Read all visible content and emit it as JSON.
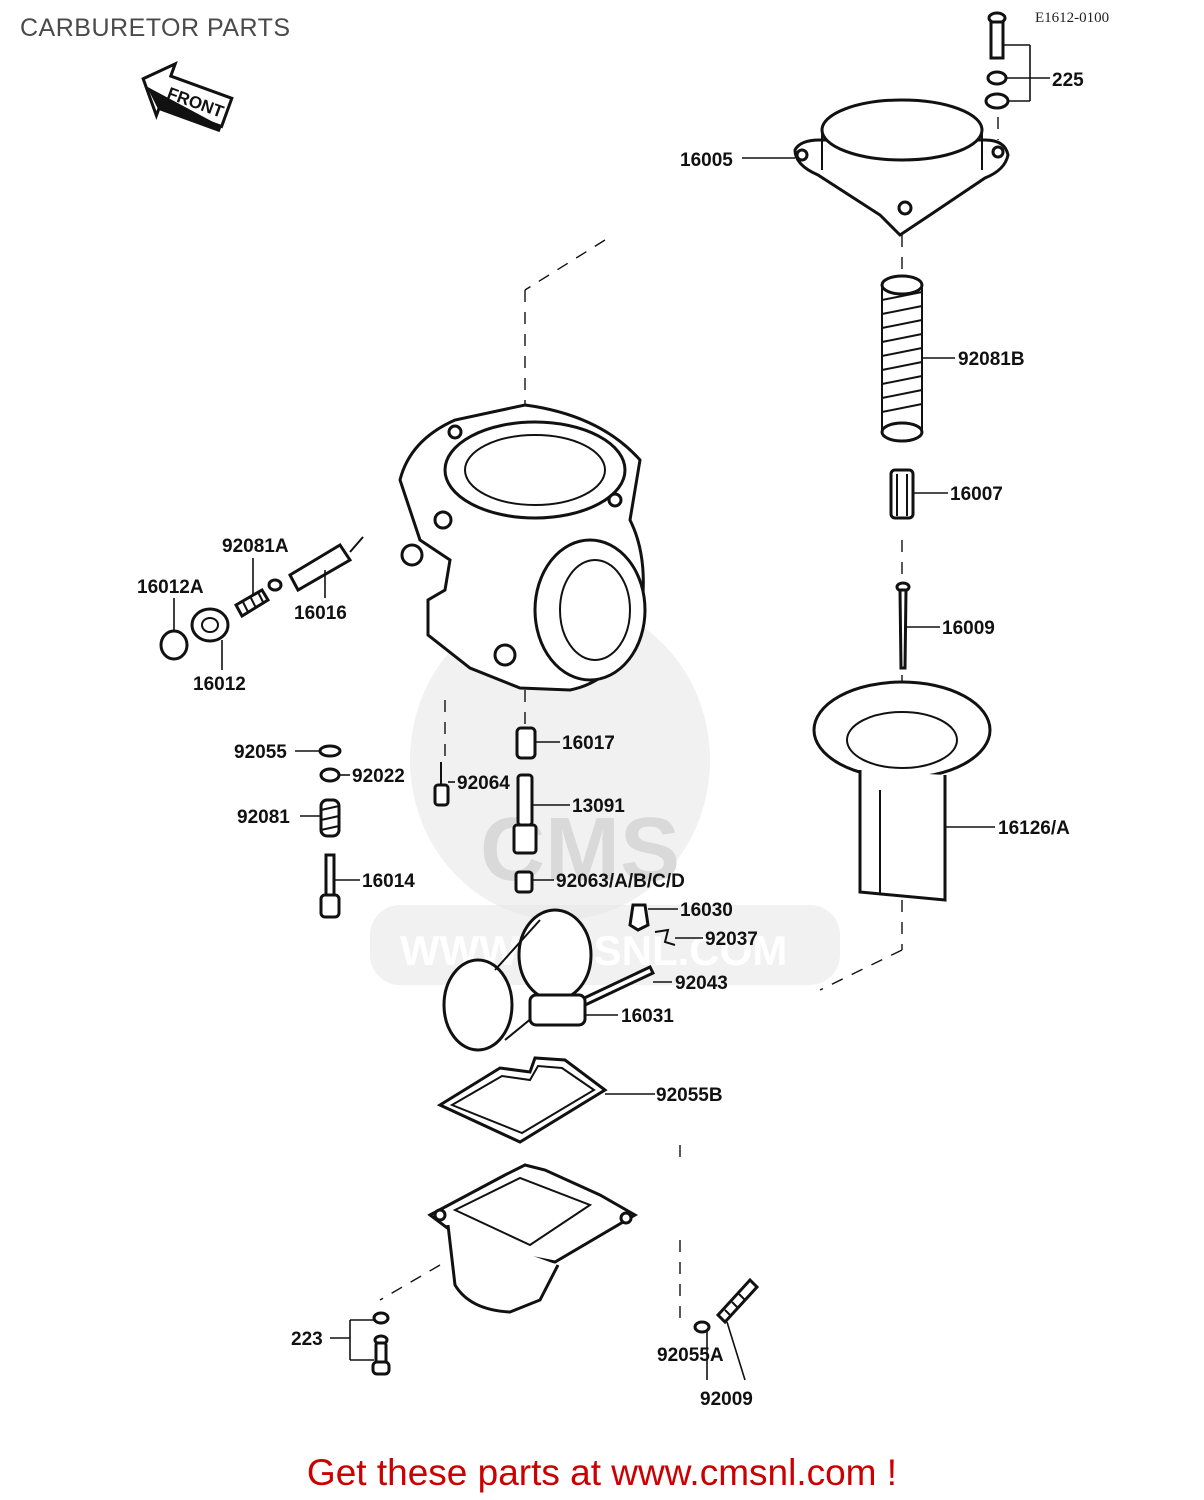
{
  "title": "CARBURETOR PARTS",
  "ref_code": "E1612-0100",
  "front_label": "FRONT",
  "watermark": {
    "logo": "CMS",
    "url": "WWW.CMSNL.COM"
  },
  "promo": "Get these parts at www.cmsnl.com !",
  "parts": {
    "p225": "225",
    "p16005": "16005",
    "p92081B": "92081B",
    "p16007": "16007",
    "p92081A": "92081A",
    "p16012A": "16012A",
    "p16016": "16016",
    "p16012": "16012",
    "p16009": "16009",
    "p92055": "92055",
    "p16017": "16017",
    "p92022": "92022",
    "p92064": "92064",
    "p92081": "92081",
    "p13091": "13091",
    "p16126A": "16126/A",
    "p16014": "16014",
    "p92063": "92063/A/B/C/D",
    "p16030": "16030",
    "p92037": "92037",
    "p92043": "92043",
    "p16031": "16031",
    "p92055B": "92055B",
    "p223": "223",
    "p92055A": "92055A",
    "p92009": "92009"
  }
}
